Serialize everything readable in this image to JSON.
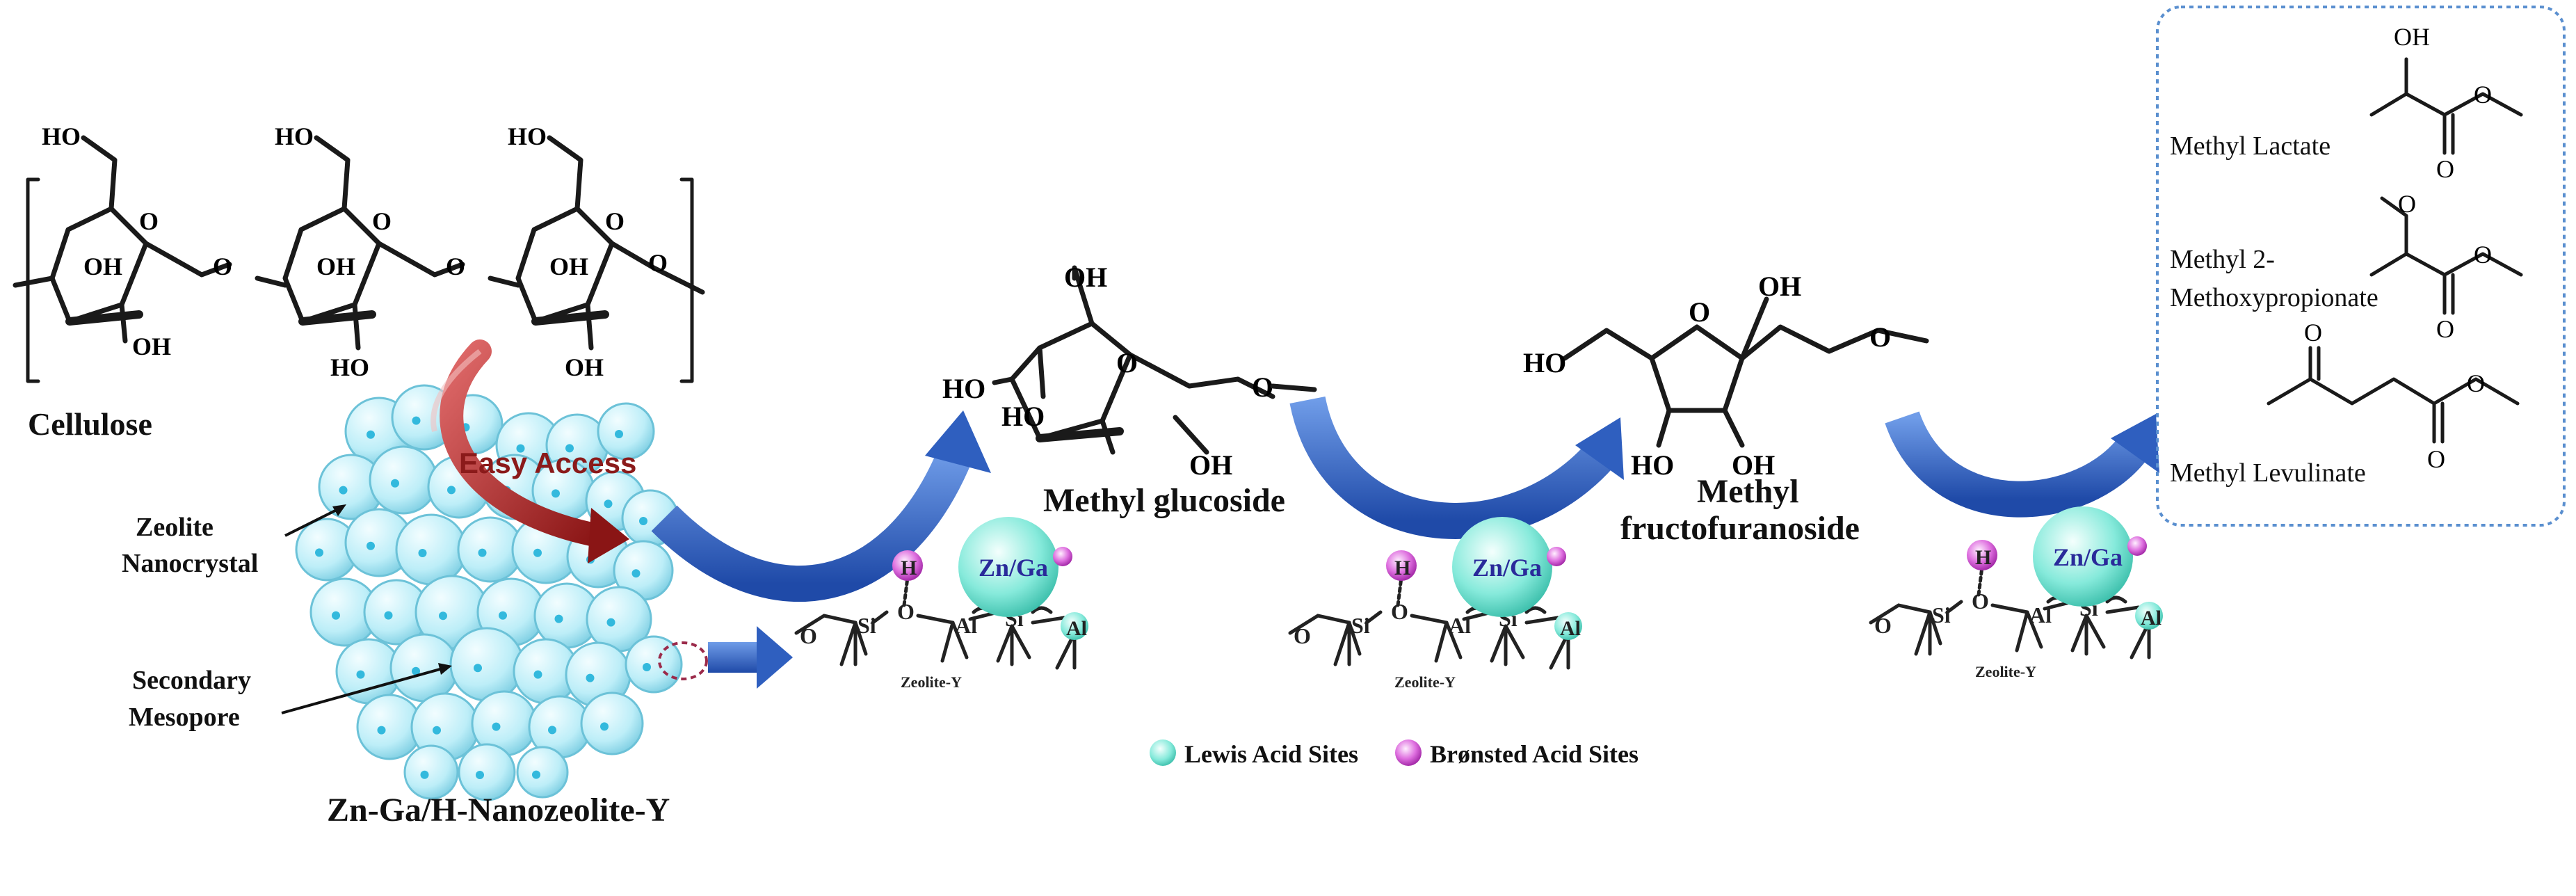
{
  "labels": {
    "cellulose": "Cellulose",
    "easy_access": "Easy  Access",
    "zeolite_nanocrystal_1": "Zeolite",
    "zeolite_nanocrystal_2": "Nanocrystal",
    "secondary_mesopore_1": "Secondary",
    "secondary_mesopore_2": "Mesopore",
    "catalyst": "Zn-Ga/H-Nanozeolite-Y",
    "methyl_glucoside": "Methyl glucoside",
    "methyl_fructofuranoside_1": "Methyl",
    "methyl_fructofuranoside_2": "fructofuranoside",
    "lewis_legend": "Lewis Acid Sites",
    "bronsted_legend": "Brønsted Acid Sites"
  },
  "products": {
    "lactate": "Methyl  Lactate",
    "methoxypropionate_1": "Methyl  2-",
    "methoxypropionate_2": "Methoxypropionate",
    "levulinate": "Methyl  Levulinate"
  },
  "site": {
    "metal": "Zn/Ga",
    "h": "H",
    "o": "O",
    "si": "Si",
    "al": "Al",
    "zeolite": "Zeolite-Y"
  },
  "atoms": {
    "ho": "HO",
    "oh": "OH",
    "o": "O"
  },
  "colors": {
    "lewis": "#7fe6d6",
    "bronsted": "#cc44cc",
    "arrow": "#2f5fbf",
    "easy_access_arrow": "#9b1b1b",
    "easy_access_text": "#8b1a1a",
    "box_border": "#5a8fcf",
    "nanocrystal": "#bfeff7"
  }
}
